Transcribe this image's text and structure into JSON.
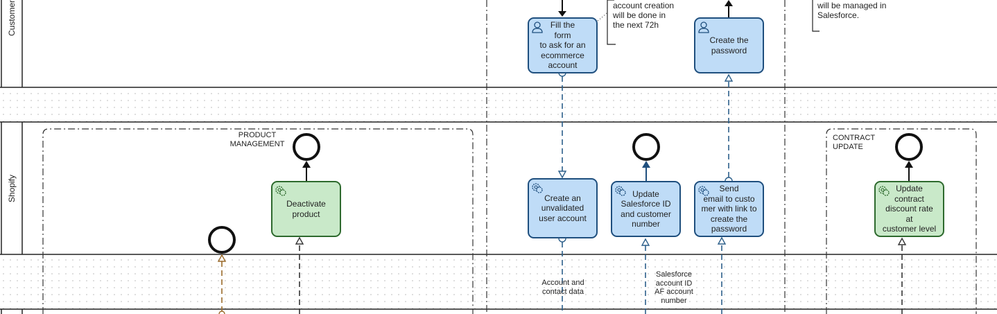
{
  "lanes": {
    "customer": "Customer",
    "shopify": "Shopify"
  },
  "groups": {
    "product_management": "PRODUCT\nMANAGEMENT",
    "contract_update": "CONTRACT\nUPDATE"
  },
  "tasks": {
    "fill_form": "Fill the\nform\nto ask for an\necommerce\naccount",
    "create_password": "Create the\npassword",
    "deactivate_product": "Deactivate\nproduct",
    "create_unvalidated": "Create an\nunvalidated\nuser account",
    "update_salesforce": "Update\nSalesforce ID\nand customer\nnumber",
    "send_email": "Send\nemail to custo\nmer with link to\ncreate the\npassword",
    "update_contract": "Update\ncontract\ndiscount rate\nat\ncustomer level"
  },
  "annotations": {
    "account_creation": "account creation\nwill be done in\nthe next 72h",
    "salesforce_managed": "will be managed in\nSalesforce."
  },
  "flow_labels": {
    "account_contact": "Account and\ncontact data",
    "salesforce_account": "Salesforce\naccount ID\nAF account\nnumber"
  },
  "icons": {
    "user_task": "user-icon",
    "service_task": "gear-icon"
  },
  "colors": {
    "task_blue_fill": "#bfdcf7",
    "task_blue_border": "#1f4f7e",
    "task_green_fill": "#c9e9c9",
    "task_green_border": "#2e6a2e",
    "message_flow_blue": "#2c5f8a",
    "message_flow_orange": "#9a6a2a"
  }
}
